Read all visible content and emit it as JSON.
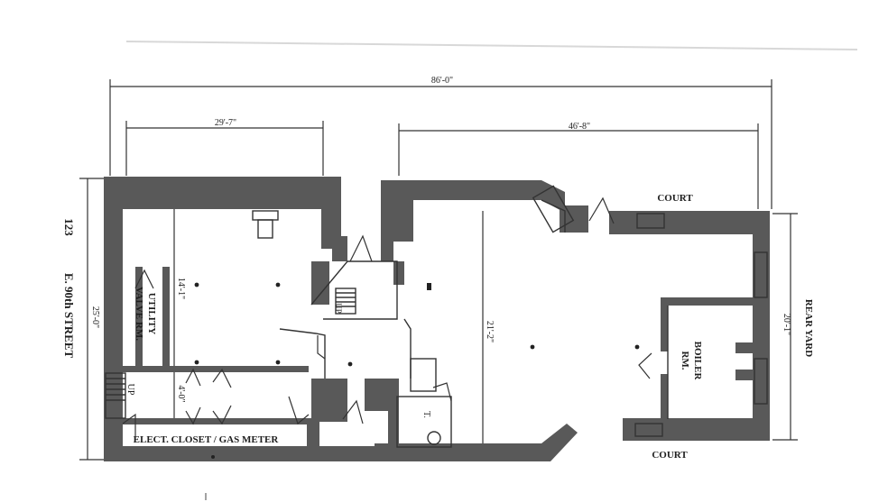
{
  "dimensions": {
    "overall_length": "86'-0\"",
    "front_width": "29'-7\"",
    "rear_width": "46'-8\"",
    "left_depth": "25'-0\"",
    "right_depth": "20'-1\"",
    "front_room_depth": "14'-1\"",
    "hall_depth": "4'-0\"",
    "main_room_depth": "21'-2\""
  },
  "labels": {
    "address_number": "123",
    "address_street": "E. 90th STREET",
    "utility_line1": "UTILITY",
    "utility_line2": "VALVE RM.",
    "elect_closet": "ELECT. CLOSET / GAS METER",
    "court_top": "COURT",
    "court_bottom": "COURT",
    "rear_yard": "REAR YARD",
    "boiler_line1": "BOILER",
    "boiler_line2": "RM.",
    "toilet": "T.",
    "up_stair_left": "UP",
    "up_stair_center": "UP"
  }
}
